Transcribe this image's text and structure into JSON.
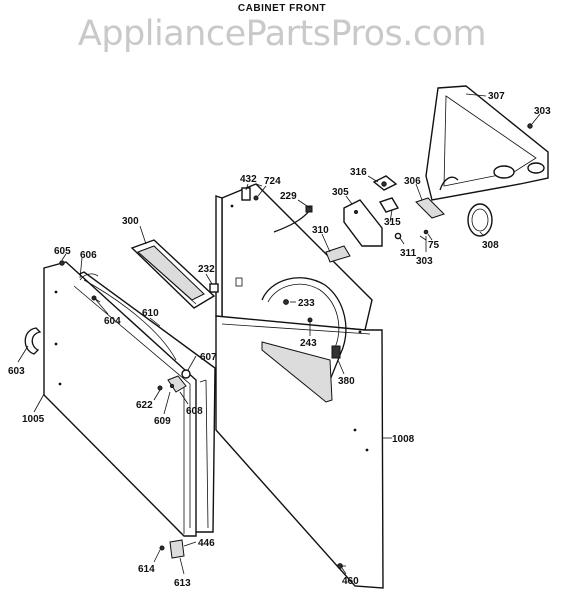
{
  "diagram": {
    "title": "CABINET FRONT",
    "watermark": "AppliancePartsPros.com",
    "labels": {
      "p432": "432",
      "p724": "724",
      "p229": "229",
      "p316": "316",
      "p305": "305",
      "p306": "306",
      "p307": "307",
      "p303a": "303",
      "p300": "300",
      "p310": "310",
      "p315": "315",
      "p75": "75",
      "p308": "308",
      "p311": "311",
      "p303b": "303",
      "p605": "605",
      "p606": "606",
      "p232": "232",
      "p604": "604",
      "p610": "610",
      "p233": "233",
      "p243": "243",
      "p603": "603",
      "p607": "607",
      "p380": "380",
      "p622": "622",
      "p608": "608",
      "p609": "609",
      "p1005": "1005",
      "p1008": "1008",
      "p446": "446",
      "p614": "614",
      "p613": "613",
      "p460": "460"
    }
  }
}
